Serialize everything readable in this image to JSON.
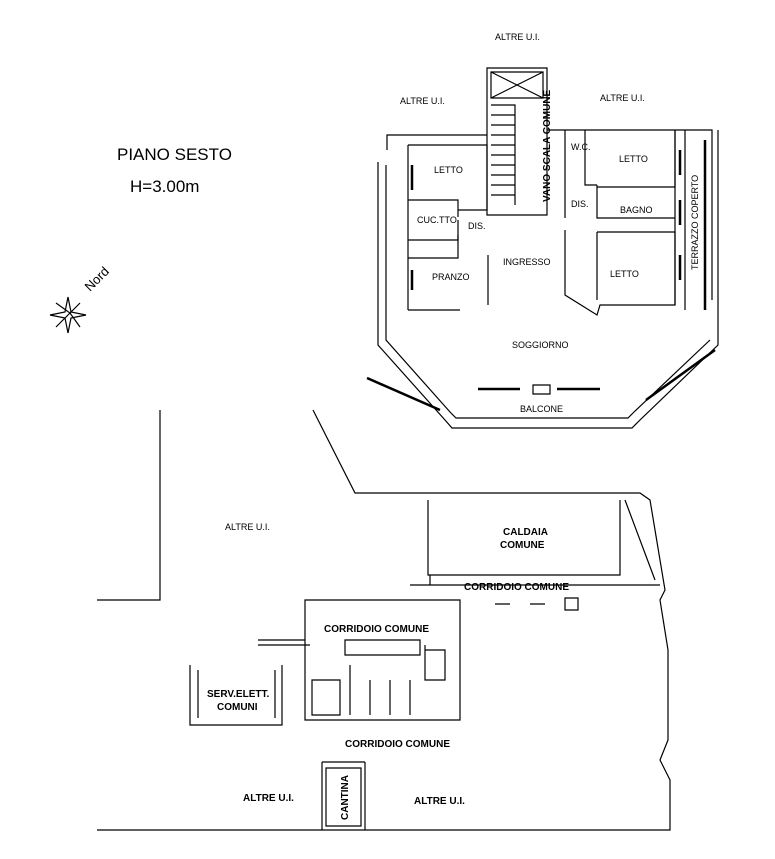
{
  "title": {
    "floor": "PIANO SESTO",
    "height": "H=3.00m"
  },
  "north_label": "Nord",
  "upper_plan": {
    "surroundings": [
      "ALTRE U.I.",
      "ALTRE U.I.",
      "ALTRE U.I."
    ],
    "rooms": {
      "letto_1": "LETTO",
      "wc": "W.C.",
      "letto_2": "LETTO",
      "vano_scala": "VANO SCALA COMUNE",
      "cucinotto": "CUC.TTO",
      "dis_1": "DIS.",
      "dis_2": "DIS.",
      "bagno": "BAGNO",
      "terrazzo": "TERRAZZO COPERTO",
      "ingresso": "INGRESSO",
      "pranzo": "PRANZO",
      "letto_3": "LETTO",
      "soggiorno": "SOGGIORNO",
      "balcone": "BALCONE"
    }
  },
  "lower_plan": {
    "altre_1": "ALTRE U.I.",
    "caldaia": [
      "CALDAIA",
      "COMUNE"
    ],
    "corridoio_1": "CORRIDOIO COMUNE",
    "corridoio_2": "CORRIDOIO COMUNE",
    "serv_elett": [
      "SERV.ELETT.",
      "COMUNI"
    ],
    "corridoio_3": "CORRIDOIO COMUNE",
    "cantina": "CANTINA",
    "altre_2": "ALTRE U.I.",
    "altre_3": "ALTRE U.I."
  }
}
